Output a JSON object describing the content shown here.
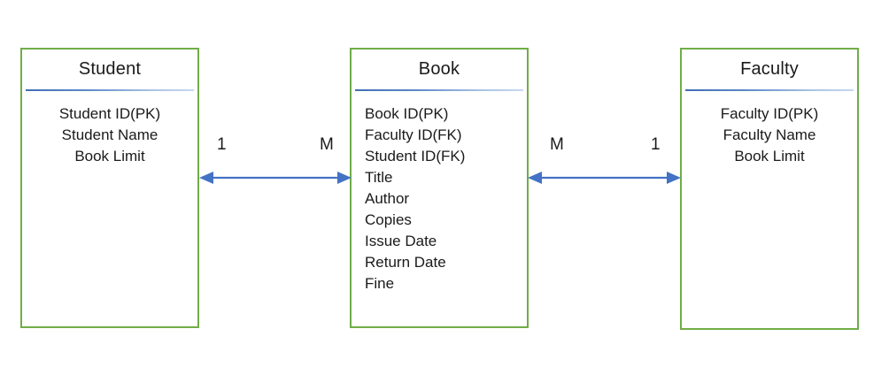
{
  "diagram": {
    "type": "entity-relationship-diagram",
    "background_color": "#ffffff",
    "entity_border_color": "#70AD47",
    "divider_color": "#4472C4",
    "connector_color": "#4472C4",
    "text_color": "#1a1a1a"
  },
  "entities": [
    {
      "id": "student",
      "title": "Student",
      "align": "centered",
      "attributes": [
        "Student ID(PK)",
        "Student Name",
        "Book Limit"
      ]
    },
    {
      "id": "book",
      "title": "Book",
      "align": "left",
      "attributes": [
        "Book ID(PK)",
        "Faculty ID(FK)",
        "Student ID(FK)",
        "Title",
        "Author",
        "Copies",
        "Issue Date",
        "Return Date",
        "Fine"
      ]
    },
    {
      "id": "faculty",
      "title": "Faculty",
      "align": "centered",
      "attributes": [
        "Faculty ID(PK)",
        "Faculty Name",
        "Book Limit"
      ]
    }
  ],
  "relationships": [
    {
      "id": "student-book",
      "from": "Student",
      "to": "Book",
      "from_cardinality": "1",
      "to_cardinality": "M",
      "arrow_style": "double-headed"
    },
    {
      "id": "book-faculty",
      "from": "Book",
      "to": "Faculty",
      "from_cardinality": "M",
      "to_cardinality": "1",
      "arrow_style": "double-headed"
    }
  ],
  "icons": {
    "arrow_left": "arrow-left-head",
    "arrow_right": "arrow-right-head"
  }
}
